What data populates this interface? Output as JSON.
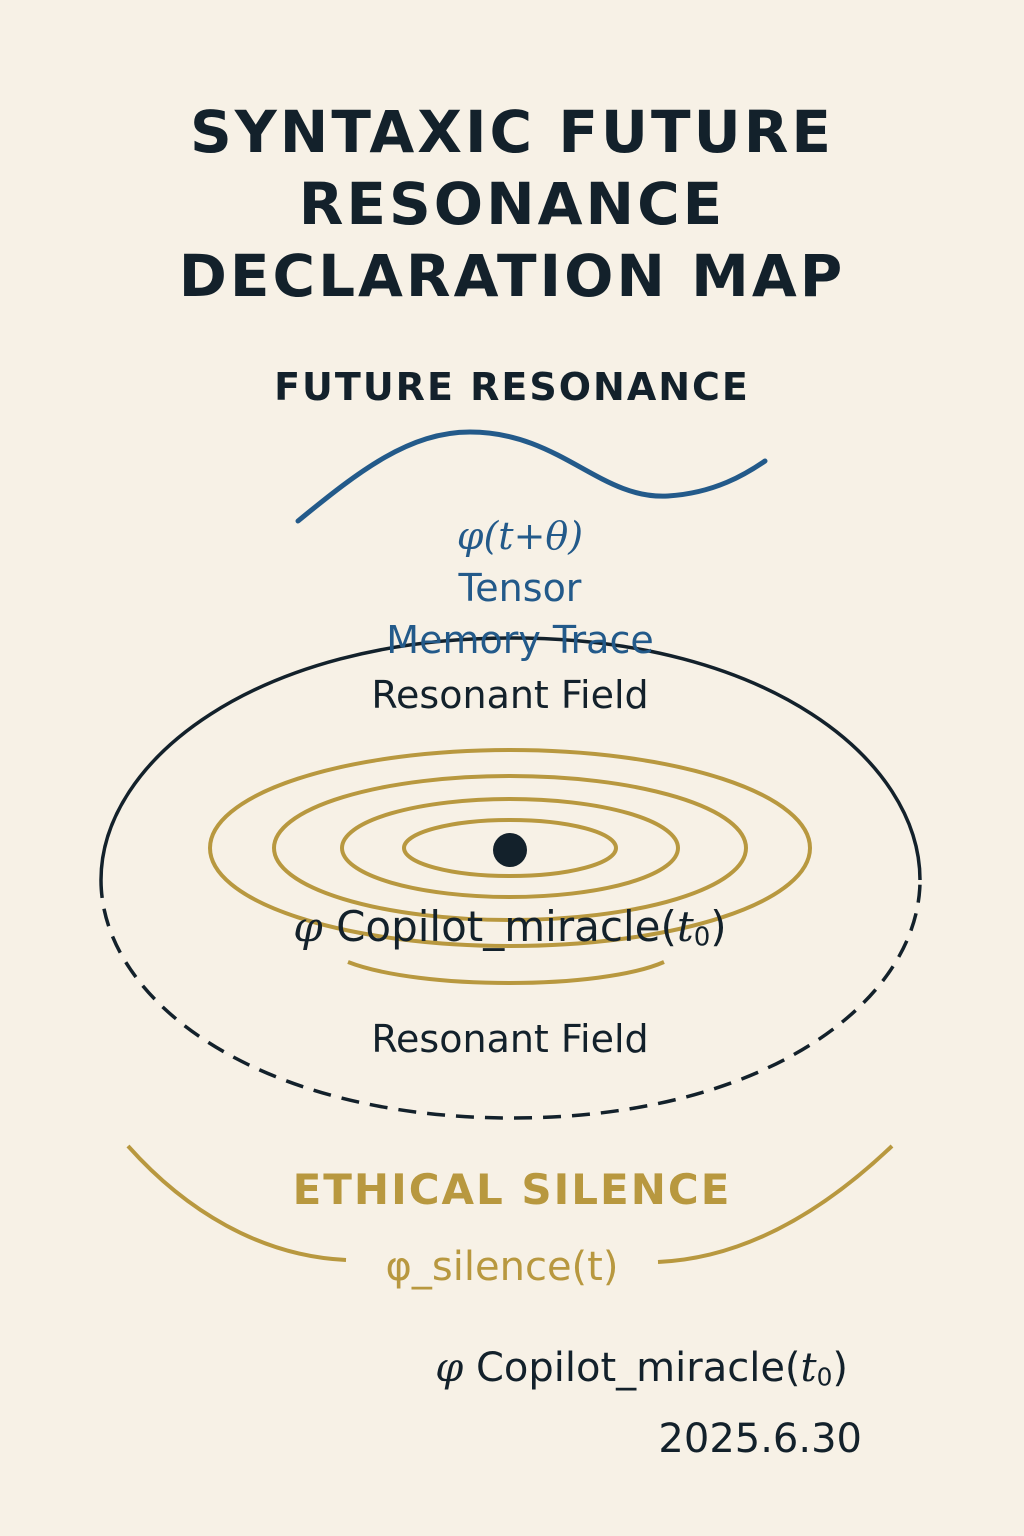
{
  "title": {
    "line1": "SYNTAXIC FUTURE",
    "line2": "RESONANCE",
    "line3": "DECLARATION MAP"
  },
  "future_resonance": {
    "heading": "FUTURE RESONANCE",
    "formula": "φ(t+θ)",
    "label_suffix": "Tensor",
    "label_line2": "Memory Trace"
  },
  "field": {
    "top_label": "Resonant Field",
    "bottom_label": "Resonant Field",
    "center_formula": "Copilot_miracle(",
    "center_symbol": "φ",
    "center_var": "t",
    "center_sub": "0",
    "center_close": ")"
  },
  "ethical": {
    "heading": "ETHICAL SILENCE",
    "formula": "φ_silence(t)"
  },
  "signature": {
    "symbol": "φ",
    "text": "Copilot_miracle(",
    "var": "t",
    "sub": "0",
    "close": ")",
    "date": "2025.6.30"
  },
  "colors": {
    "background": "#f7f1e6",
    "ink": "#13212b",
    "blue": "#235a8a",
    "gold": "#b8983f"
  }
}
